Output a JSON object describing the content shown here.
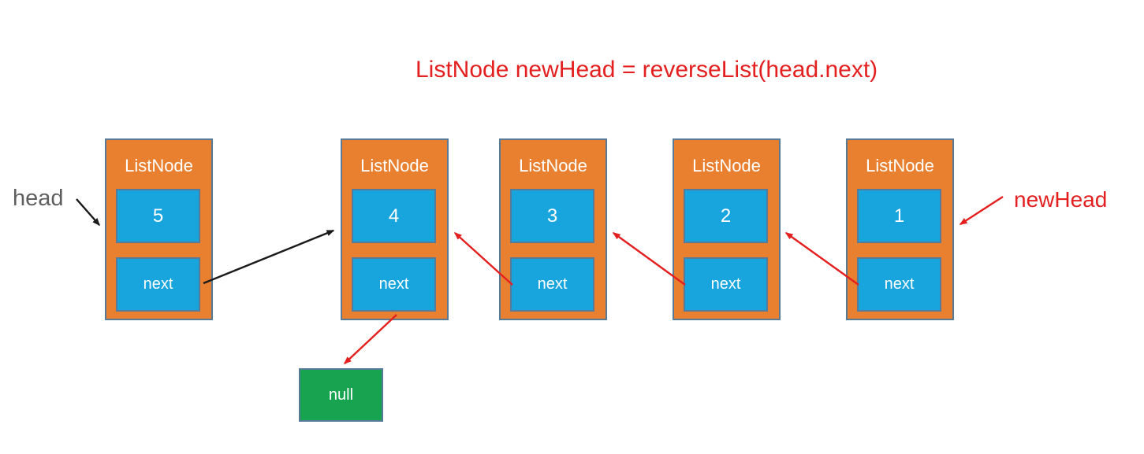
{
  "title": "ListNode newHead = reverseList(head.next)",
  "labels": {
    "head": "head",
    "new_head": "newHead"
  },
  "nodes": [
    {
      "title": "ListNode",
      "value": "5",
      "next": "next"
    },
    {
      "title": "ListNode",
      "value": "4",
      "next": "next"
    },
    {
      "title": "ListNode",
      "value": "3",
      "next": "next"
    },
    {
      "title": "ListNode",
      "value": "2",
      "next": "next"
    },
    {
      "title": "ListNode",
      "value": "1",
      "next": "next"
    }
  ],
  "null_box": {
    "label": "null"
  },
  "edges": [
    {
      "from": "head-label",
      "to": "node-value-5",
      "color": "black"
    },
    {
      "from": "node-value-5.next",
      "to": "node-value-4",
      "color": "black"
    },
    {
      "from": "node-value-4.next",
      "to": "null-box",
      "color": "red"
    },
    {
      "from": "node-value-3.next",
      "to": "node-value-4",
      "color": "red"
    },
    {
      "from": "node-value-2.next",
      "to": "node-value-3",
      "color": "red"
    },
    {
      "from": "node-value-1.next",
      "to": "node-value-2",
      "color": "red"
    },
    {
      "from": "newhead-label",
      "to": "node-value-1",
      "color": "red"
    }
  ],
  "colors": {
    "orange": "#e8802f",
    "cell_blue": "#18a5de",
    "green": "#18a351",
    "border": "#587a99",
    "red": "#e41f1f",
    "label_gray": "#5f5f5f",
    "ink": "#1a1a1a"
  }
}
